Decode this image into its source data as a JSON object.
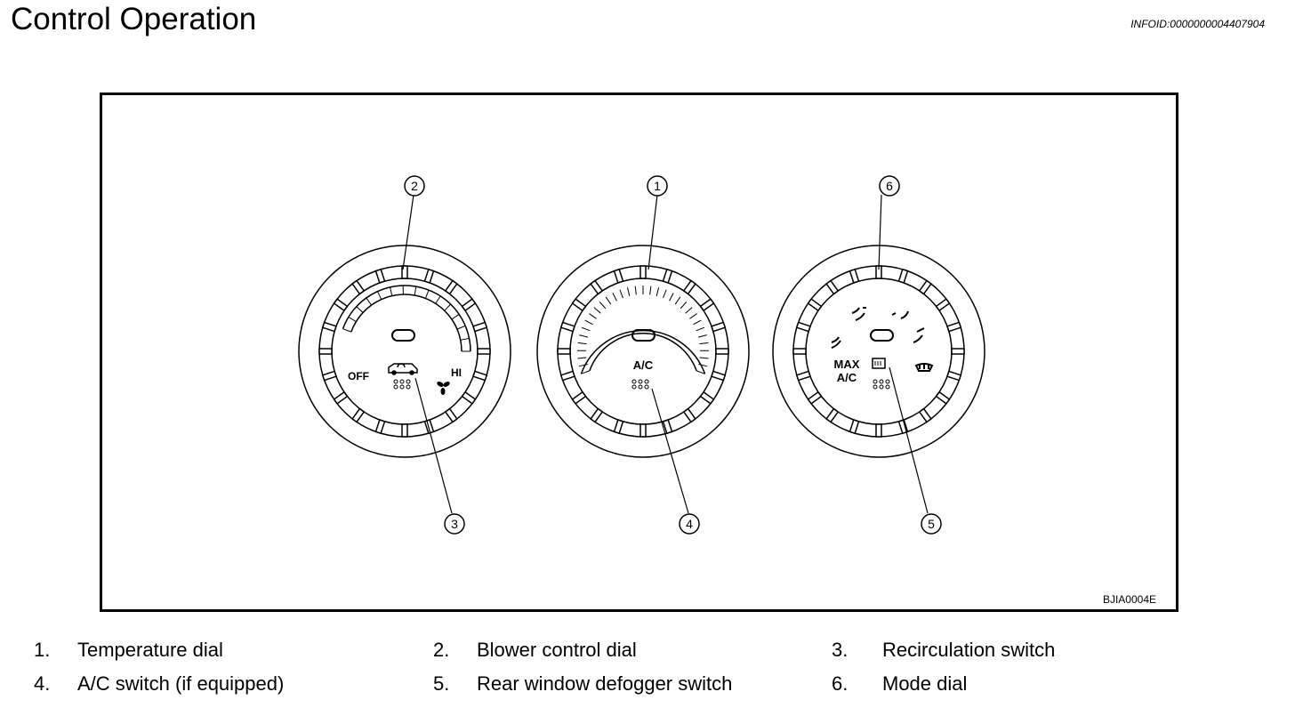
{
  "page": {
    "title": "Control Operation",
    "info_id": "INFOID:0000000004407904"
  },
  "figure": {
    "code": "BJIA0004E",
    "callouts": [
      "1",
      "2",
      "3",
      "4",
      "5",
      "6"
    ],
    "blower_dial": {
      "off_label": "OFF",
      "hi_label": "HI",
      "icons": [
        "recirculation-icon",
        "fan-icon"
      ]
    },
    "temperature_dial": {
      "ac_label": "A/C"
    },
    "mode_dial": {
      "max_label": "MAX",
      "ac_label": "A/C",
      "icons": [
        "vent-face-icon",
        "vent-bilevel-icon",
        "vent-floor-icon",
        "defrost-floor-icon",
        "defrost-icon",
        "rear-defogger-icon"
      ]
    }
  },
  "legend": [
    {
      "num": "1.",
      "text": "Temperature dial"
    },
    {
      "num": "2.",
      "text": "Blower control dial"
    },
    {
      "num": "3.",
      "text": "Recirculation switch"
    },
    {
      "num": "4.",
      "text": "A/C switch (if equipped)"
    },
    {
      "num": "5.",
      "text": "Rear window defogger switch"
    },
    {
      "num": "6.",
      "text": "Mode dial"
    }
  ]
}
